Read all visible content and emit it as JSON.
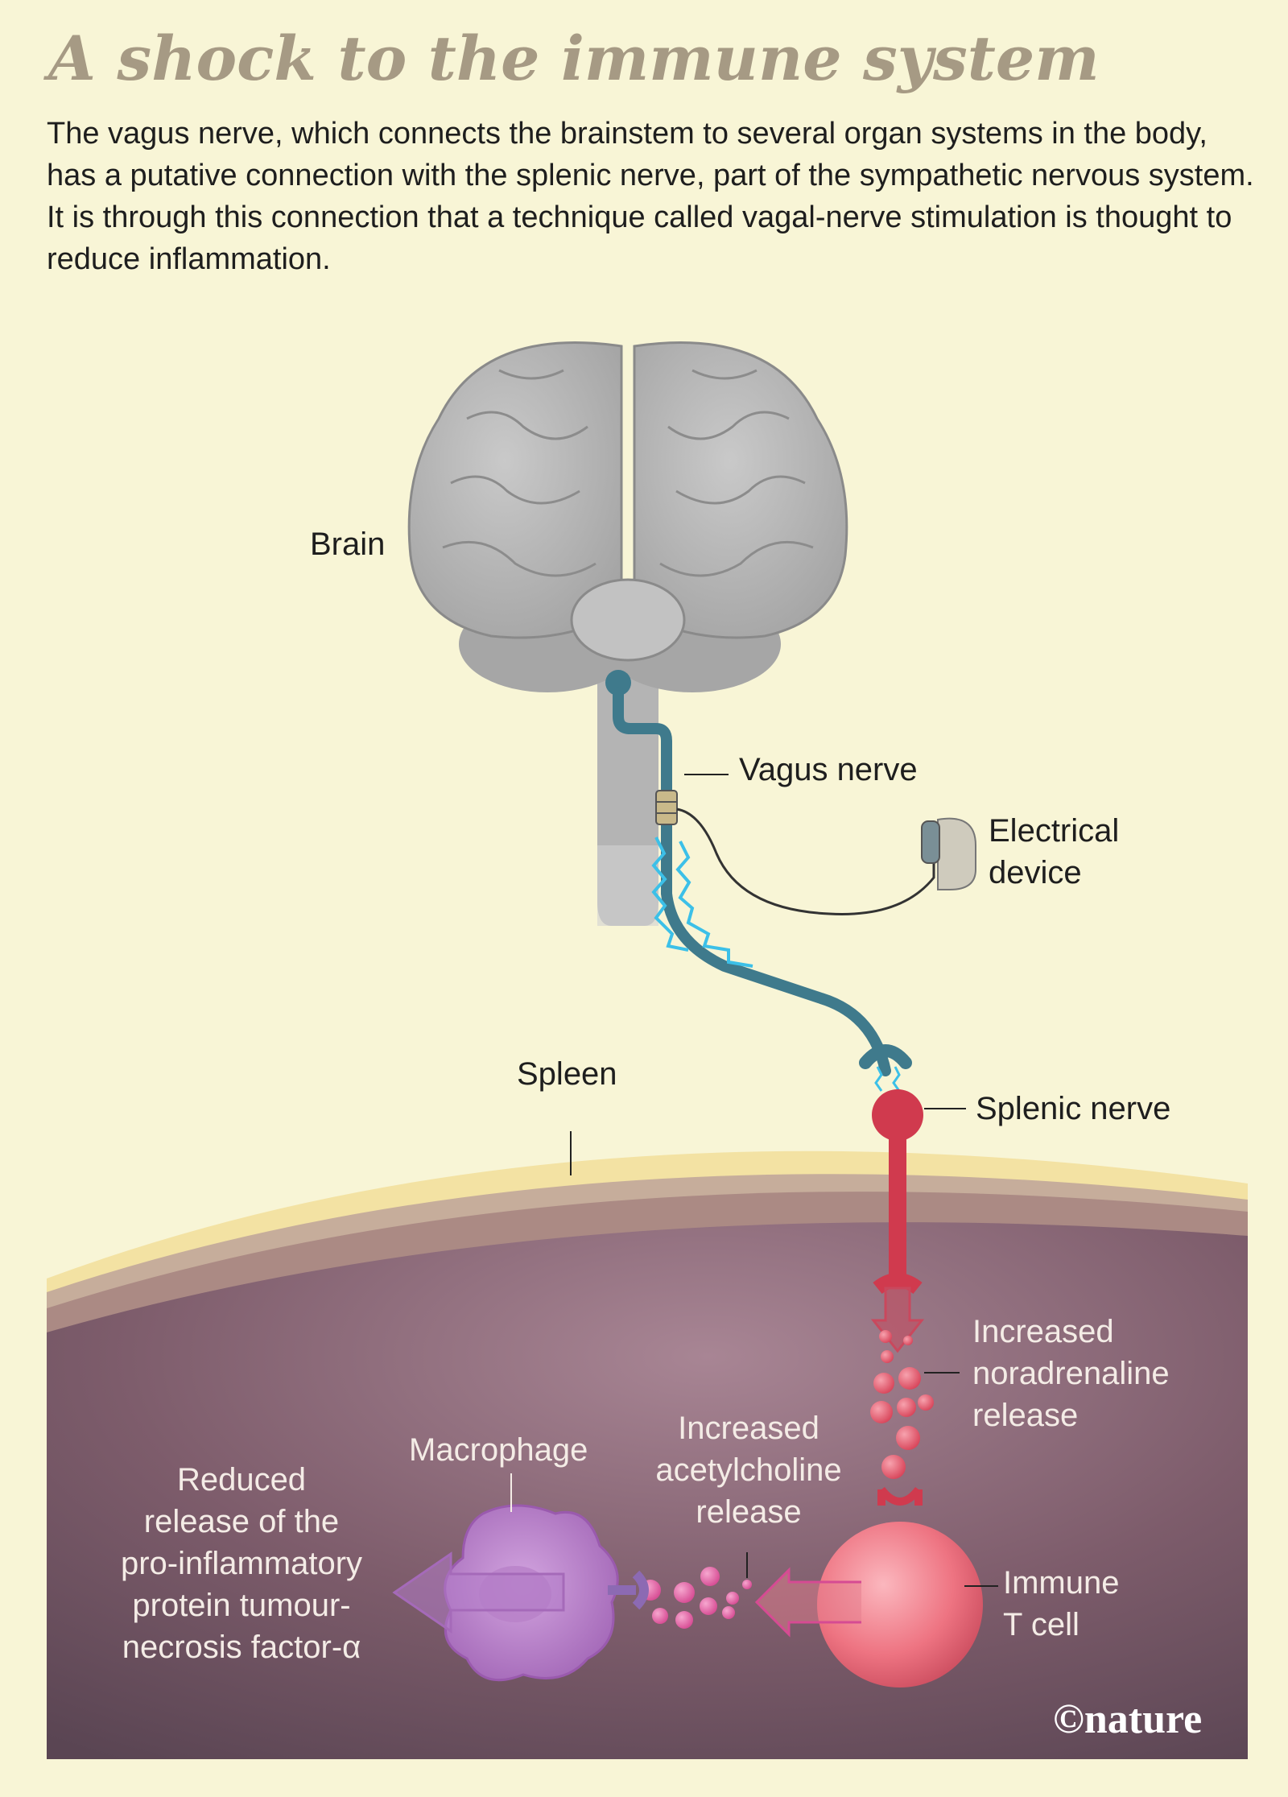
{
  "title": "A shock to the immune system",
  "intro": "The vagus nerve, which connects the brainstem to several organ systems in the body, has a putative connection with the splenic nerve, part of the sympathetic nervous system. It is through this connection that a technique called vagal-nerve stimulation is thought to reduce inflammation.",
  "labels": {
    "brain": "Brain",
    "vagus_nerve": "Vagus nerve",
    "electrical_device": [
      "Electrical",
      "device"
    ],
    "spleen": "Spleen",
    "splenic_nerve": "Splenic nerve",
    "noradrenaline": [
      "Increased",
      "noradrenaline",
      "release"
    ],
    "acetylcholine": [
      "Increased",
      "acetylcholine",
      "release"
    ],
    "macrophage": "Macrophage",
    "reduced_release": [
      "Reduced",
      "release of the",
      "pro-inflammatory",
      "protein tumour-",
      "necrosis factor-α"
    ],
    "t_cell": [
      "Immune",
      "T cell"
    ]
  },
  "credit": "©nature",
  "colors": {
    "background": "#f8f5d6",
    "title": "#a69a84",
    "brain": "#b9b9b9",
    "vagus": "#3f7a8c",
    "splenic": "#d03a4e",
    "t_cell": "#e96f7e",
    "macrophage": "#b37bc8",
    "spleen_interior": "#7a5a66",
    "spark": "#3cc0e8"
  }
}
